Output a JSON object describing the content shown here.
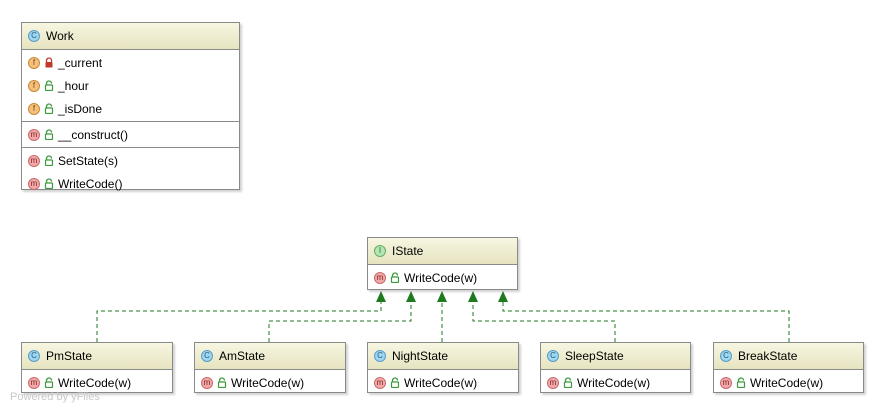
{
  "badges": {
    "class": "C",
    "interface": "I",
    "field": "f",
    "method": "m"
  },
  "work": {
    "name": "Work",
    "fields": [
      {
        "name": "_current",
        "visibility": "private"
      },
      {
        "name": "_hour",
        "visibility": "public"
      },
      {
        "name": "_isDone",
        "visibility": "public"
      }
    ],
    "constructors": [
      {
        "name": "__construct()",
        "visibility": "public"
      }
    ],
    "methods": [
      {
        "name": "SetState(s)",
        "visibility": "public"
      },
      {
        "name": "WriteCode()",
        "visibility": "public"
      }
    ]
  },
  "istate": {
    "name": "IState",
    "methods": [
      {
        "name": "WriteCode(w)",
        "visibility": "public"
      }
    ]
  },
  "states": [
    {
      "name": "PmState",
      "method": "WriteCode(w)"
    },
    {
      "name": "AmState",
      "method": "WriteCode(w)"
    },
    {
      "name": "NightState",
      "method": "WriteCode(w)"
    },
    {
      "name": "SleepState",
      "method": "WriteCode(w)"
    },
    {
      "name": "BreakState",
      "method": "WriteCode(w)"
    }
  ],
  "colors": {
    "header": "#efedcf",
    "border": "#8a8a8a",
    "realization": "#1e7a1e",
    "lock_private": "#c0392b",
    "lock_public": "#3c9a3c"
  },
  "watermark": "Powered by yFiles"
}
